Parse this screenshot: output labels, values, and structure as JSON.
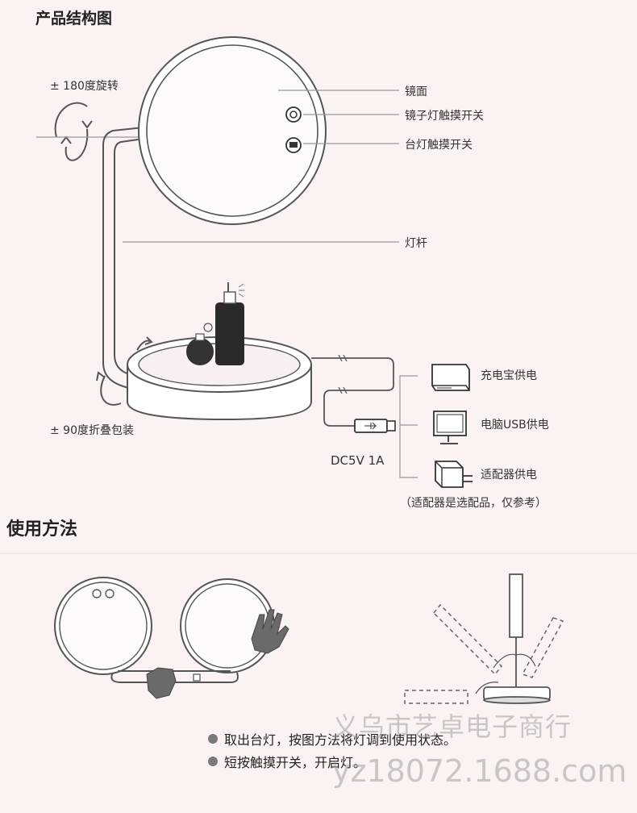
{
  "titles": {
    "structure": "产品结构图",
    "usage": "使用方法"
  },
  "labels": {
    "rotate": "± 180度旋转",
    "mirror_face": "镜面",
    "mirror_light_switch": "镜子灯触摸开关",
    "lamp_switch": "台灯触摸开关",
    "lamp_pole": "灯杆",
    "fold": "± 90度折叠包装",
    "power_bank": "充电宝供电",
    "pc_usb": "电脑USB供电",
    "adapter": "适配器供电",
    "adapter_note": "（适配器是选配品，仅参考）",
    "dc_rating": "DC5V 1A"
  },
  "steps": [
    "取出台灯，按图方法将灯调到使用状态。",
    "短按触摸开关，开启灯。"
  ],
  "watermark": {
    "line1": "义乌市艺卓电子商行",
    "line2": "yz18072.1688.com"
  },
  "colors": {
    "background": "#fbf2f4",
    "line": "#555555",
    "leader": "#999999",
    "bullet": "#7a7a7a"
  },
  "icons": [
    "circle-touch-icon",
    "lamp-touch-icon",
    "power-bank-icon",
    "monitor-icon",
    "adapter-icon",
    "usb-plug-icon",
    "hand-icon"
  ]
}
